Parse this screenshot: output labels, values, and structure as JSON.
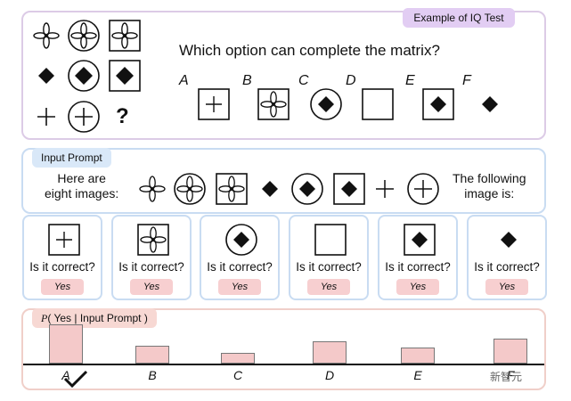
{
  "top_panel": {
    "tag": "Example of IQ Test",
    "question": "Which option can complete the matrix?",
    "missing_mark": "?",
    "options": [
      {
        "letter": "A",
        "icon": "plus-in-square-icon"
      },
      {
        "letter": "B",
        "icon": "clover-in-square-icon"
      },
      {
        "letter": "C",
        "icon": "diamond-in-circle-icon"
      },
      {
        "letter": "D",
        "icon": "empty-square-icon"
      },
      {
        "letter": "E",
        "icon": "diamond-in-square-icon"
      },
      {
        "letter": "F",
        "icon": "diamond-icon"
      }
    ]
  },
  "prompt_panel": {
    "tag": "Input Prompt",
    "intro_line1": "Here are",
    "intro_line2": "eight images:",
    "outro_line1": "The following",
    "outro_line2": "image is:"
  },
  "candidates": {
    "question": "Is it correct?",
    "answer": "Yes",
    "icons": [
      "plus-in-square-icon",
      "clover-in-square-icon",
      "diamond-in-circle-icon",
      "empty-square-icon",
      "diamond-in-square-icon",
      "diamond-icon"
    ]
  },
  "probability_panel": {
    "tag_p": "P",
    "tag_rest": "( Yes | Input Prompt )",
    "selected": "A"
  },
  "chart_data": {
    "type": "bar",
    "categories": [
      "A",
      "B",
      "C",
      "D",
      "E",
      "F"
    ],
    "values": [
      0.42,
      0.19,
      0.12,
      0.24,
      0.17,
      0.27
    ],
    "ylim": [
      0,
      0.5
    ],
    "grid": false,
    "bar_color": "#f4c9c9"
  },
  "watermark": "新智元"
}
